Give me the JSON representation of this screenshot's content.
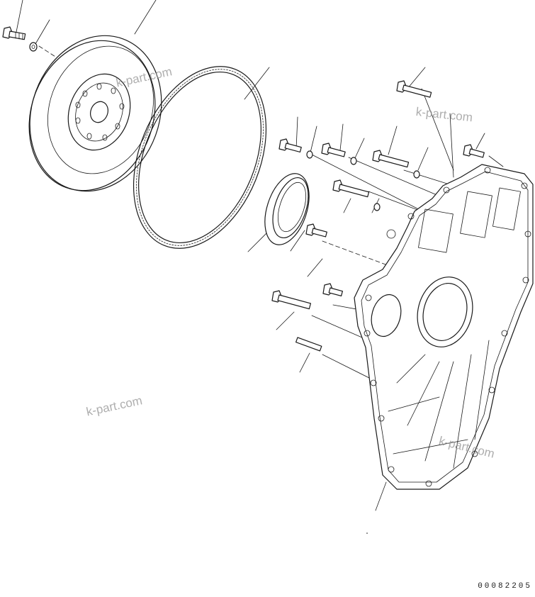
{
  "watermarks": [
    "k-part.com",
    "k-part.com",
    "k-part.com",
    "k-part.com"
  ],
  "drawing_code": "00082205",
  "colors": {
    "line": "#1a1a1a",
    "watermark": "#9a9a9a",
    "background": "#ffffff"
  }
}
